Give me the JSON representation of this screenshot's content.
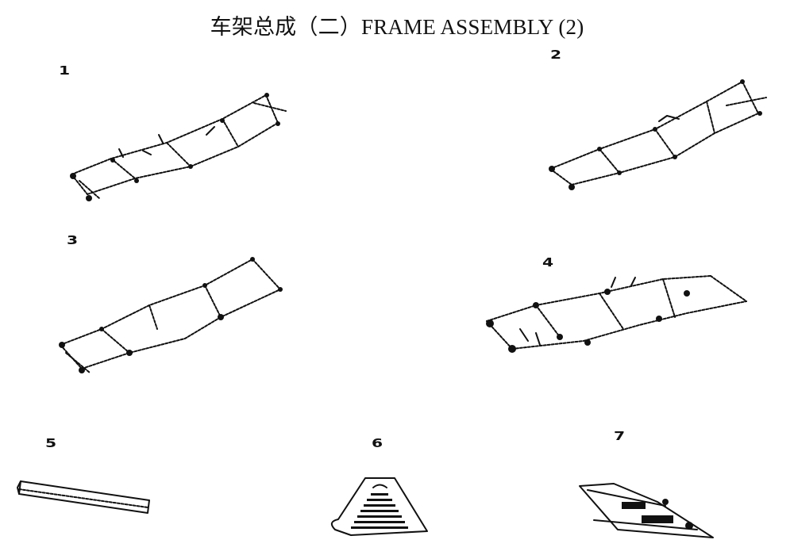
{
  "page": {
    "title": "车架总成（二）FRAME ASSEMBLY (2)"
  },
  "parts": [
    {
      "number": "1",
      "icon": "frame-assembly-1-icon"
    },
    {
      "number": "2",
      "icon": "frame-assembly-2-icon"
    },
    {
      "number": "3",
      "icon": "frame-assembly-3-icon"
    },
    {
      "number": "4",
      "icon": "frame-assembly-4-icon"
    },
    {
      "number": "5",
      "icon": "side-rail-member-icon"
    },
    {
      "number": "6",
      "icon": "triangular-plate-icon"
    },
    {
      "number": "7",
      "icon": "skid-plate-icon"
    }
  ]
}
